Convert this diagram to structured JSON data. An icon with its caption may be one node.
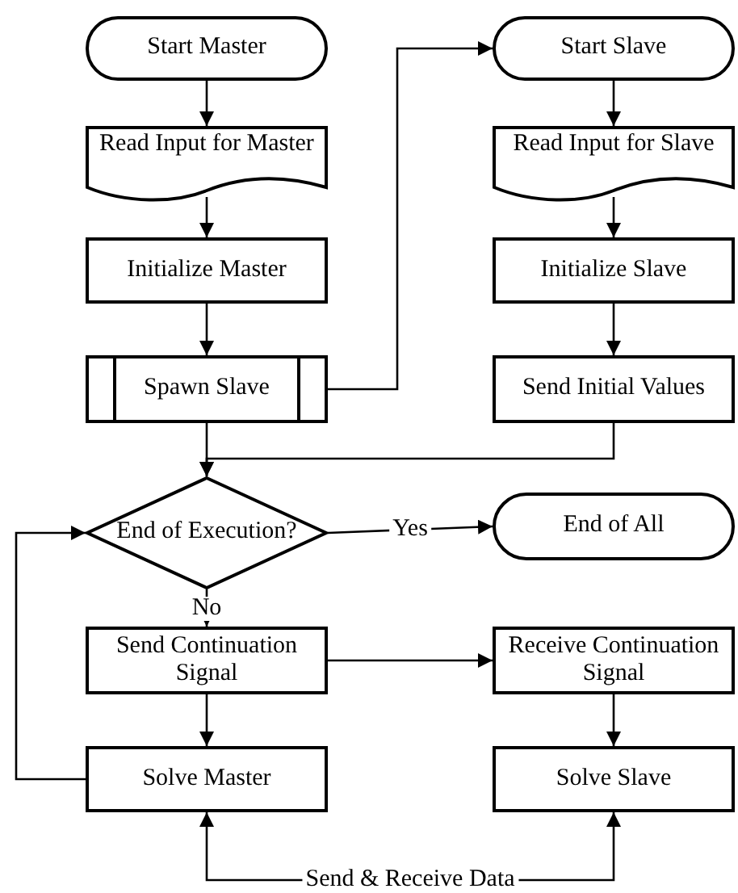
{
  "diagram": {
    "nodes": [
      {
        "text": [
          "Start Master"
        ]
      },
      {
        "text": [
          "Read Input for Master"
        ]
      },
      {
        "text": [
          "Initialize Master"
        ]
      },
      {
        "text": [
          "Spawn Slave"
        ]
      },
      {
        "text": [
          "Start Slave"
        ]
      },
      {
        "text": [
          "Read Input for Slave"
        ]
      },
      {
        "text": [
          "Initialize Slave"
        ]
      },
      {
        "text": [
          "Send Initial Values"
        ]
      },
      {
        "text": [
          "End of Execution?"
        ]
      },
      {
        "text": [
          "End of All"
        ]
      },
      {
        "text": [
          "Send Continuation Signal"
        ]
      },
      {
        "text": [
          "Receive Continuation Signal"
        ]
      },
      {
        "text": [
          "Solve Master"
        ]
      },
      {
        "text": [
          "Solve Slave"
        ]
      }
    ],
    "edges": [
      {
        "from": 0,
        "to": 1,
        "arrow": "to"
      },
      {
        "from": 1,
        "to": 2,
        "arrow": "to"
      },
      {
        "from": 2,
        "to": 3,
        "arrow": "to"
      },
      {
        "from": 3,
        "to": 4,
        "arrow": "to"
      },
      {
        "from": 4,
        "to": 5,
        "arrow": "to"
      },
      {
        "from": 5,
        "to": 6,
        "arrow": "to"
      },
      {
        "from": 6,
        "to": 7,
        "arrow": "to"
      },
      {
        "from": 3,
        "to": 8,
        "arrow": "to"
      },
      {
        "from": 7,
        "to": 8,
        "arrow": "to"
      },
      {
        "from": 8,
        "to": 9,
        "label": "Yes",
        "arrow": "to"
      },
      {
        "from": 8,
        "to": 10,
        "label": "No",
        "arrow": "to"
      },
      {
        "from": 10,
        "to": 11,
        "arrow": "to"
      },
      {
        "from": 10,
        "to": 12,
        "arrow": "to"
      },
      {
        "from": 11,
        "to": 13,
        "arrow": "to"
      },
      {
        "from": 12,
        "to": 8,
        "arrow": "to"
      },
      {
        "from": 12,
        "to": 13,
        "label": "Send & Receive Data",
        "arrow": "both"
      }
    ]
  }
}
